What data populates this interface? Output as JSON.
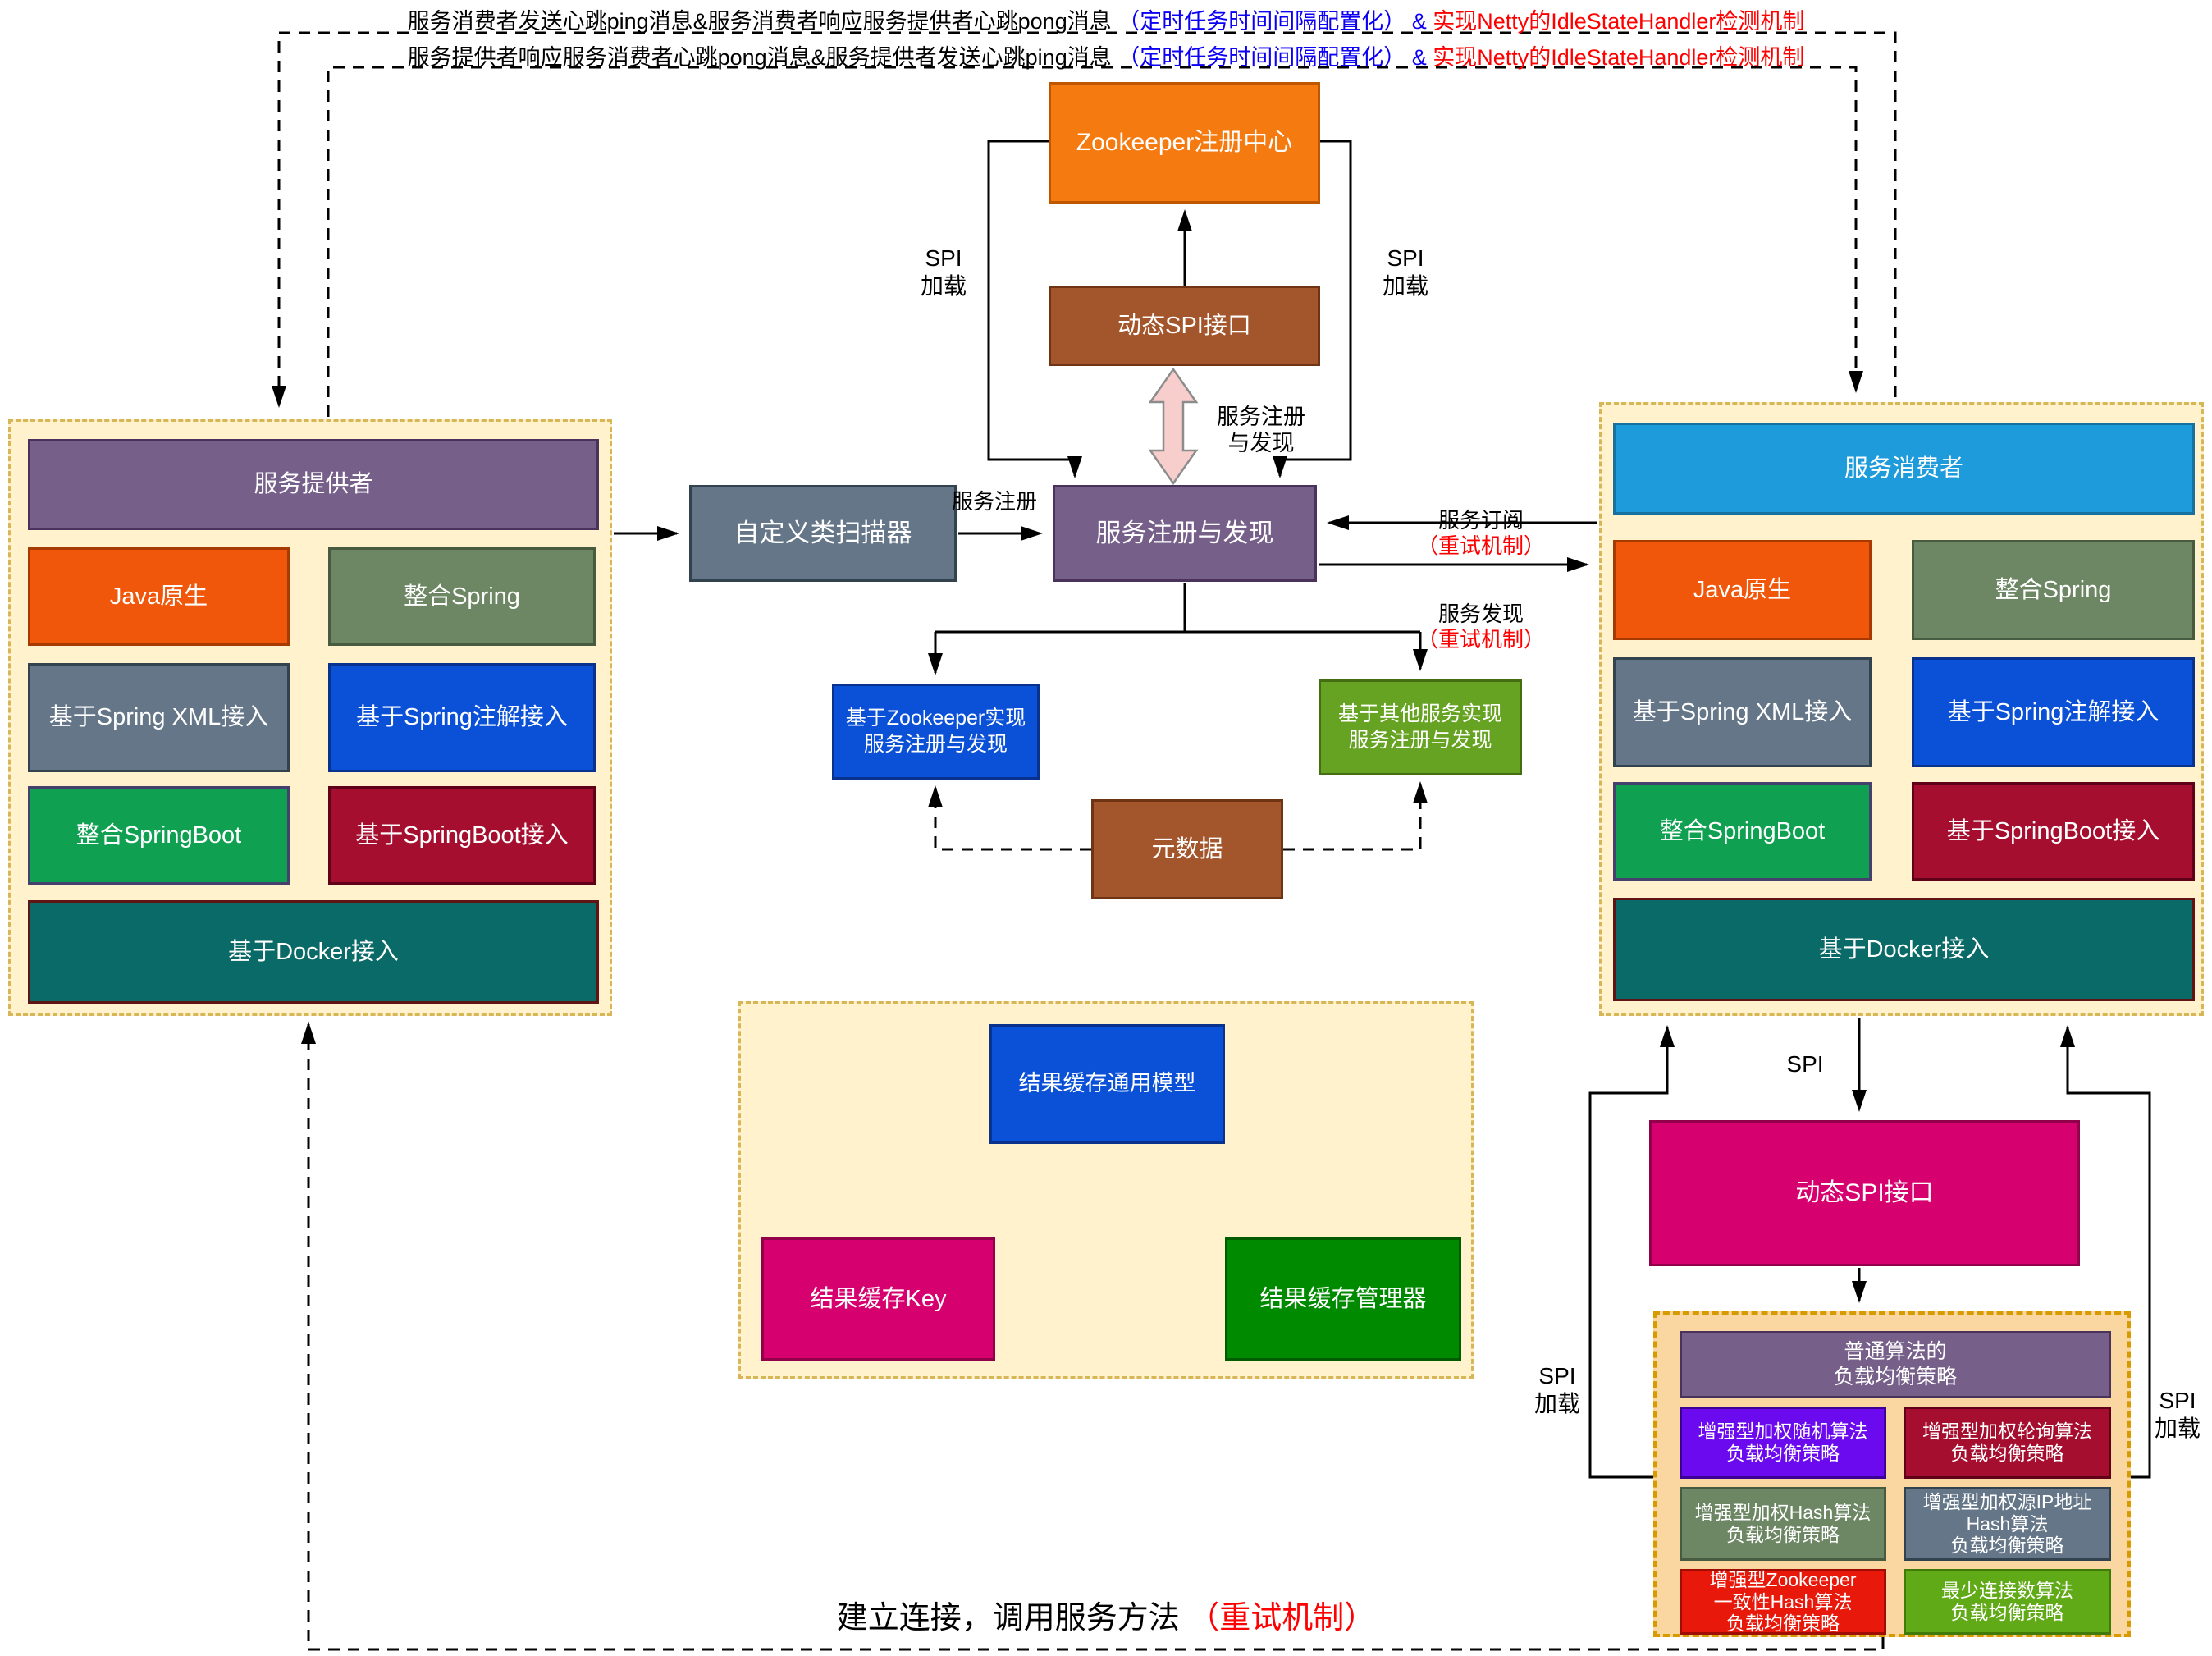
{
  "colors": {
    "panel_bg": "#FFF2CC",
    "panel_border": "#D6B656",
    "lb_panel_bg": "#FAD7A0",
    "lb_panel_border": "#D79B00",
    "orange": "#F0570A",
    "zookeeper_orange": "#F57A10",
    "brown": "#A3552B",
    "purple": "#76608A",
    "slate_gray": "#647687",
    "blue": "#0B51D8",
    "olive_green": "#6D8764",
    "green": "#0FA052",
    "dark_red": "#A50E2E",
    "teal": "#0A6A67",
    "sky_blue": "#1E9BDB",
    "impl_green": "#67A322",
    "magenta": "#D6006E",
    "cache_green": "#008A00",
    "violet": "#6B0AEF",
    "bright_red": "#E8190B",
    "lb_green": "#60A917",
    "pink_arrow": "#F8CECC",
    "annotation_blue": "#0B00F5",
    "annotation_red": "#FF0000"
  },
  "heartbeat": {
    "line1": {
      "black": "服务消费者发送心跳ping消息&服务消费者响应服务提供者心跳pong消息",
      "blue": "（定时任务时间间隔配置化） & ",
      "red": "实现Netty的IdleStateHandler检测机制"
    },
    "line2": {
      "black": "服务提供者响应服务消费者心跳pong消息&服务提供者发送心跳ping消息",
      "blue": "（定时任务时间间隔配置化） & ",
      "red": "实现Netty的IdleStateHandler检测机制"
    }
  },
  "center": {
    "zookeeper": "Zookeeper注册中心",
    "dynamic_spi": "动态SPI接口",
    "spi_load": "SPI\n加载",
    "register_discover_arrow": "服务注册\n与发现",
    "scanner": "自定义类扫描器",
    "registry": "服务注册与发现",
    "service_register": "服务注册",
    "subscribe": "服务订阅",
    "subscribe_retry": "（重试机制）",
    "discover": "服务发现",
    "discover_retry": "（重试机制）",
    "impl_zookeeper": "基于Zookeeper实现\n服务注册与发现",
    "impl_other": "基于其他服务实现\n服务注册与发现",
    "metadata": "元数据"
  },
  "provider": {
    "header": "服务提供者",
    "items": [
      "Java原生",
      "整合Spring",
      "基于Spring XML接入",
      "基于Spring注解接入",
      "整合SpringBoot",
      "基于SpringBoot接入",
      "基于Docker接入"
    ]
  },
  "consumer": {
    "header": "服务消费者",
    "items": [
      "Java原生",
      "整合Spring",
      "基于Spring XML接入",
      "基于Spring注解接入",
      "整合SpringBoot",
      "基于SpringBoot接入",
      "基于Docker接入"
    ],
    "spi": "SPI",
    "spi_load": "SPI\n加载",
    "dynamic_spi": "动态SPI接口"
  },
  "cache": {
    "model": "结果缓存通用模型",
    "key": "结果缓存Key",
    "manager": "结果缓存管理器"
  },
  "lb": {
    "header": "普通算法的\n负载均衡策略",
    "strategies": [
      "增强型加权随机算法\n负载均衡策略",
      "增强型加权轮询算法\n负载均衡策略",
      "增强型加权Hash算法\n负载均衡策略",
      "增强型加权源IP地址\nHash算法\n负载均衡策略",
      "增强型Zookeeper\n一致性Hash算法\n负载均衡策略",
      "最少连接数算法\n负载均衡策略"
    ]
  },
  "bottom": {
    "black": "建立连接，调用服务方法",
    "red": "（重试机制）"
  }
}
